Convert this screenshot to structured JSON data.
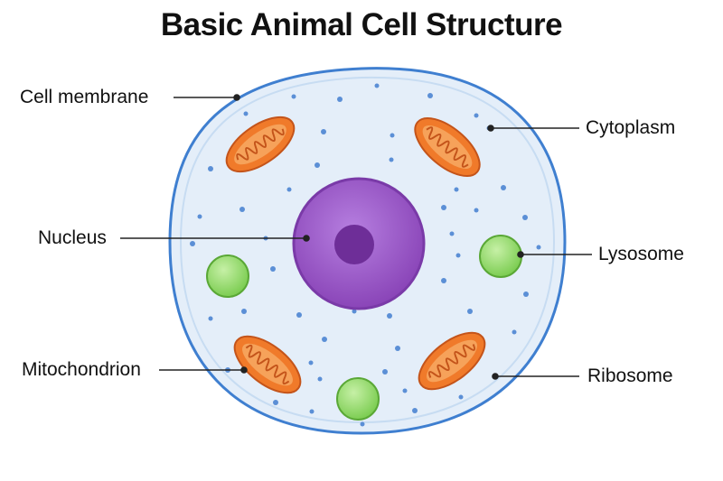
{
  "title": "Basic Animal Cell Structure",
  "labels": {
    "cell_membrane": "Cell membrane",
    "nucleus": "Nucleus",
    "mitochondrion": "Mitochondrion",
    "cytoplasm": "Cytoplasm",
    "lysosome": "Lysosome",
    "ribosome": "Ribosome"
  },
  "colors": {
    "membrane": "#3f7fd0",
    "cytoplasm": "#e3eef9",
    "nucleus": "#9b5ac8",
    "nucleolus": "#6e2e98",
    "mitochondrion": "#f07a2a",
    "lysosome": "#8fd66b",
    "ribosome": "#5b8fd6"
  }
}
